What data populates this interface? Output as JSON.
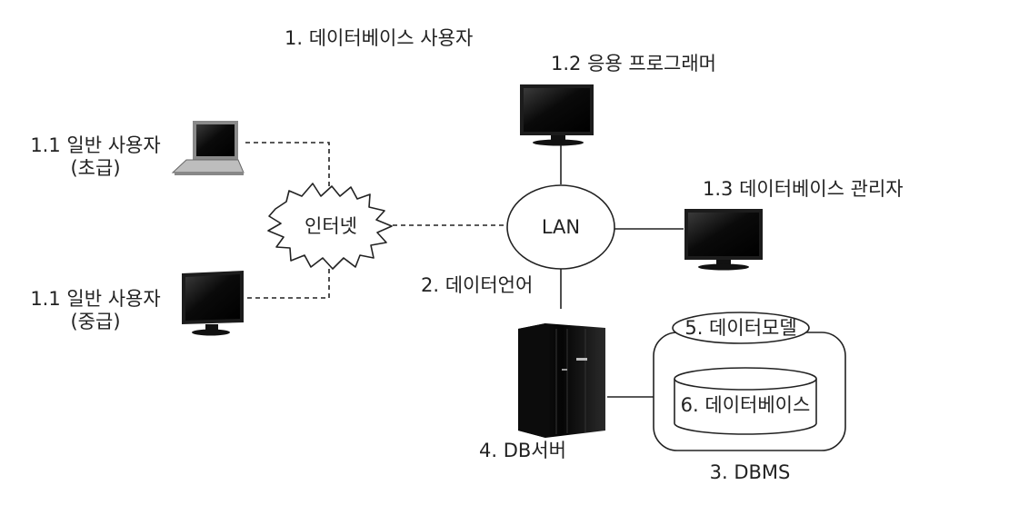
{
  "labels": {
    "db_users": "1. 데이터베이스 사용자",
    "app_programmer": "1.2 응용 프로그래머",
    "dba": "1.3 데이터베이스 관리자",
    "general_user_beginner_line1": "1.1 일반 사용자",
    "general_user_beginner_line2": "(초급)",
    "general_user_intermediate_line1": "1.1 일반 사용자",
    "general_user_intermediate_line2": "(중급)",
    "internet": "인터넷",
    "lan": "LAN",
    "data_language": "2. 데이터언어",
    "db_server": "4. DB서버",
    "data_model": "5. 데이터모델",
    "database": "6. 데이터베이스",
    "dbms": "3. DBMS"
  },
  "icons": {
    "beginner_device": "laptop-icon",
    "intermediate_device": "monitor-icon",
    "programmer_device": "monitor-icon",
    "dba_device": "monitor-icon",
    "server_device": "server-rack-icon"
  },
  "colors": {
    "line": "#222222",
    "screen": "#0b0b0b",
    "background": "#ffffff"
  }
}
